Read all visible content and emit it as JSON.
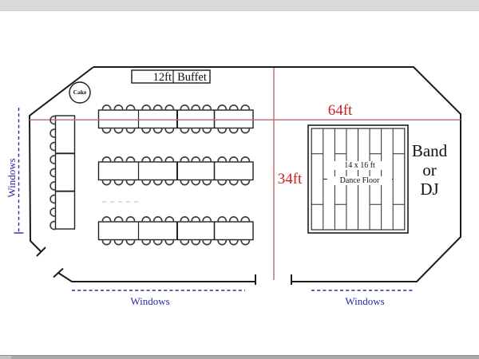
{
  "window": {
    "top_strip_color": "#d9d9d9",
    "scrollbar_color": "#a9a9a9"
  },
  "floorplan": {
    "labels": {
      "buffet_size": "12ft",
      "buffet": "Buffet",
      "cake": "Cake",
      "room_width": "64ft",
      "room_depth": "34ft",
      "dance_floor_size": "14 x 16 ft",
      "dance_floor": "Dance Floor",
      "stage_line1": "Band",
      "stage_line2": "or",
      "stage_line3": "DJ",
      "windows_left": "Windows",
      "windows_bottom_left": "Windows",
      "windows_bottom_right": "Windows"
    },
    "colors": {
      "wall": "#1b1b1b",
      "table_stroke": "#222222",
      "chair_stroke": "#3d3d3d",
      "dimension_text": "#cc2222",
      "dimension_line": "#c06a6a",
      "windows_blue": "#2828aa",
      "faint_dash": "#cfd2d6"
    },
    "layout_counts": {
      "guest_table_rows": 3,
      "tables_per_row": 4,
      "chairs_per_table": 6,
      "head_tables": 3,
      "head_table_chairs": 9
    }
  }
}
